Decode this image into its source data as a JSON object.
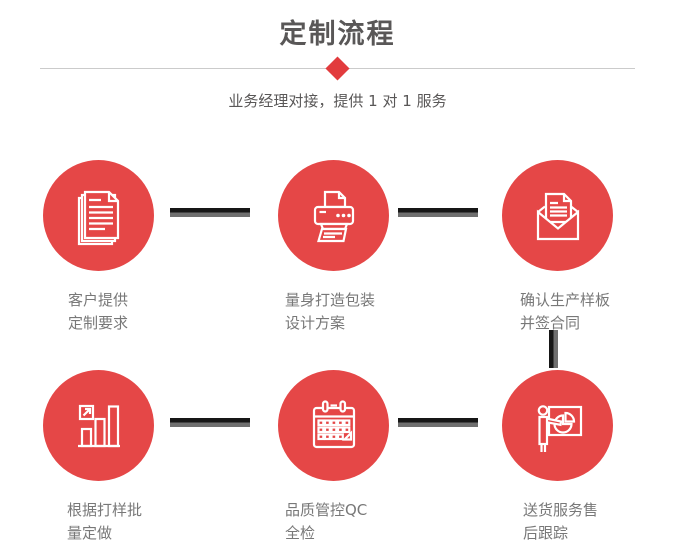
{
  "header": {
    "title": "定制流程",
    "subtitle": "业务经理对接，提供 1 对 1 服务"
  },
  "colors": {
    "circle_red": "#e54747",
    "diamond_red": "#e23b3d",
    "title_gray": "#595757",
    "label_gray": "#787878",
    "connector_dark": "#161616",
    "connector_gray": "#6f6f6f",
    "divider_gray": "#cbcbcb",
    "icon_white": "#ffffff"
  },
  "steps": [
    {
      "icon": "stacked-documents-icon",
      "label": [
        "客户提供",
        "定制要求"
      ]
    },
    {
      "icon": "printer-icon",
      "label": [
        "量身打造包装",
        "设计方案"
      ]
    },
    {
      "icon": "envelope-letter-icon",
      "label": [
        "确认生产样板",
        "并签合同"
      ]
    },
    {
      "icon": "bar-chart-growth-icon",
      "label": [
        "根据打样批",
        "量定做"
      ]
    },
    {
      "icon": "calendar-icon",
      "label": [
        "品质管控QC",
        "全检"
      ]
    },
    {
      "icon": "presentation-pie-chart-icon",
      "label": [
        "送货服务售",
        "后跟踪"
      ]
    }
  ]
}
